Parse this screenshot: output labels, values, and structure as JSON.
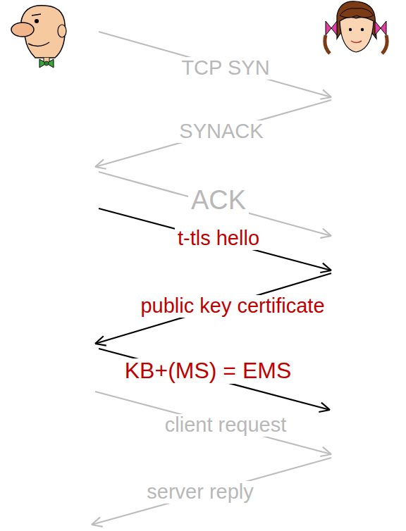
{
  "diagram": {
    "labels": [
      "TCP SYN",
      "SYNACK",
      "ACK",
      "t-tls hello",
      "public key certificate",
      "KB+(MS) = EMS",
      "client request",
      "server reply"
    ]
  }
}
